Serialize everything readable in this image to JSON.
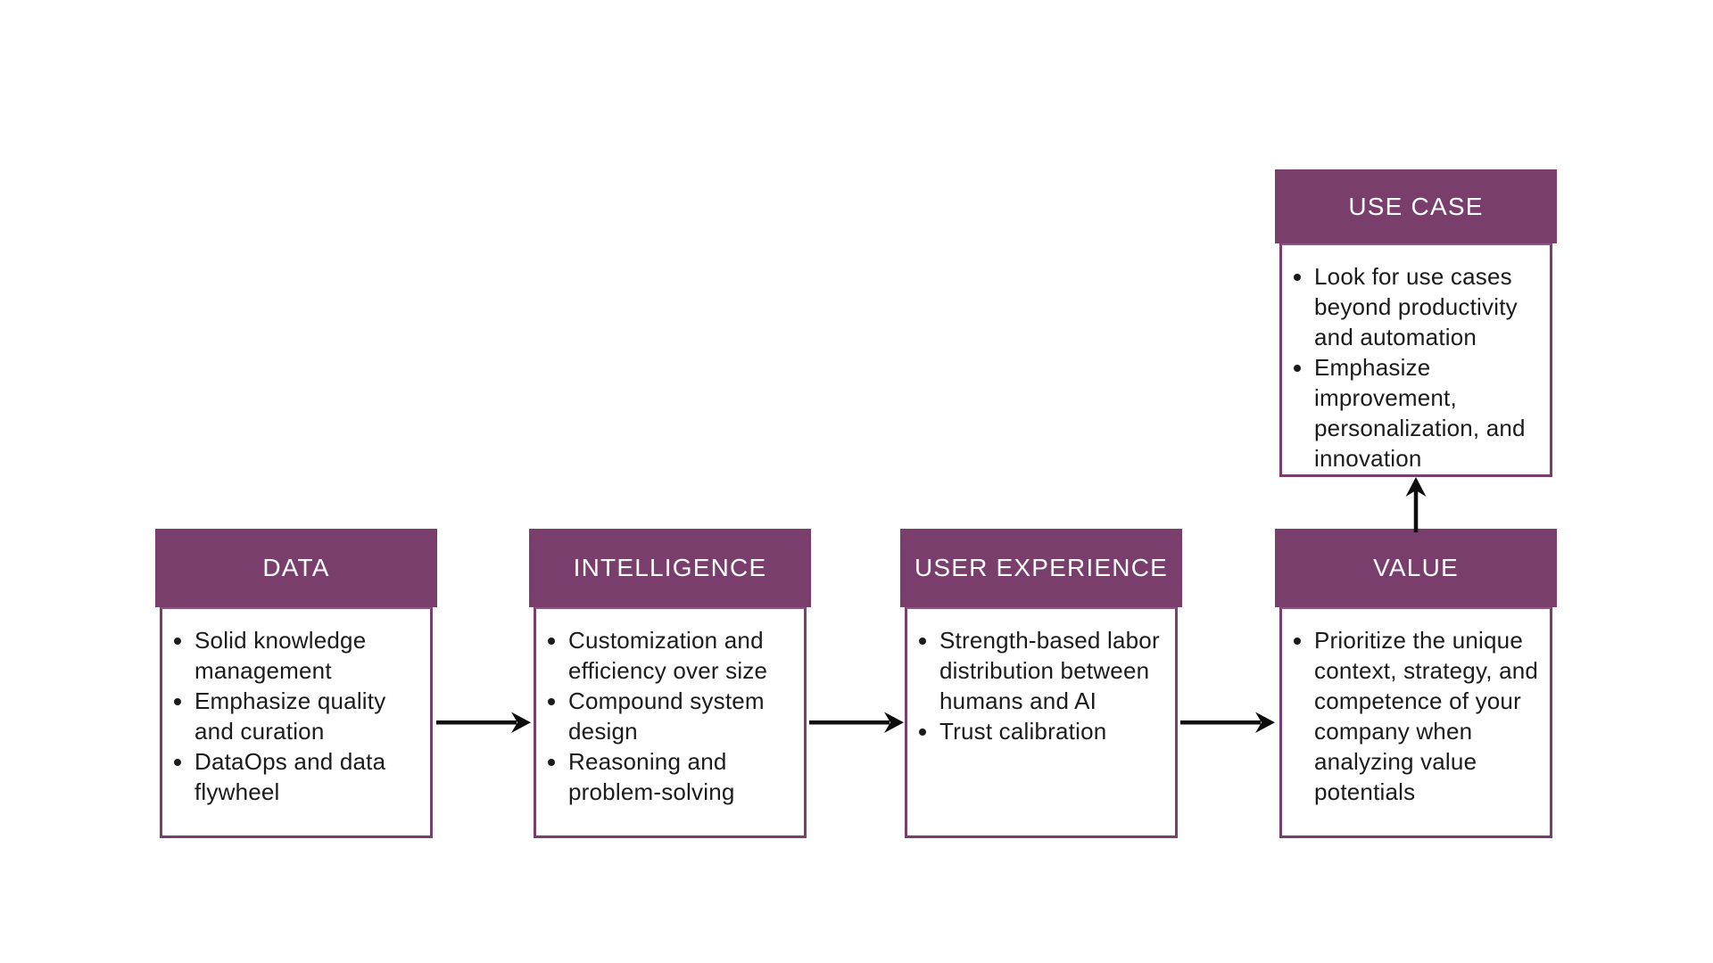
{
  "diagram": {
    "title_implicit": "AI value chain flow",
    "colors": {
      "header_bg": "#7a3e6c",
      "box_border": "#7a3e6c",
      "header_text": "#ffffff",
      "body_text": "#1b1b1b",
      "arrow": "#0d0d0d",
      "background": "#ffffff"
    },
    "boxes": [
      {
        "id": "data",
        "title": "DATA",
        "bullets": [
          "Solid knowledge management",
          "Emphasize quality and curation",
          "DataOps and data flywheel"
        ]
      },
      {
        "id": "intelligence",
        "title": "INTELLIGENCE",
        "bullets": [
          "Customization and efficiency over size",
          "Compound system design",
          "Reasoning and problem-solving"
        ]
      },
      {
        "id": "user-experience",
        "title": "USER EXPERIENCE",
        "bullets": [
          "Strength-based labor distribution between humans and AI",
          "Trust calibration"
        ]
      },
      {
        "id": "value",
        "title": "VALUE",
        "bullets": [
          "Prioritize the unique context, strategy, and competence of your company when analyzing value potentials"
        ]
      },
      {
        "id": "use-case",
        "title": "USE CASE",
        "bullets": [
          "Look for use cases beyond productivity and automation",
          "Emphasize improvement, personalization, and innovation"
        ]
      }
    ],
    "flow": [
      {
        "from": "DATA",
        "to": "INTELLIGENCE",
        "direction": "right"
      },
      {
        "from": "INTELLIGENCE",
        "to": "USER EXPERIENCE",
        "direction": "right"
      },
      {
        "from": "USER EXPERIENCE",
        "to": "VALUE",
        "direction": "right"
      },
      {
        "from": "VALUE",
        "to": "USE CASE",
        "direction": "up"
      }
    ]
  }
}
